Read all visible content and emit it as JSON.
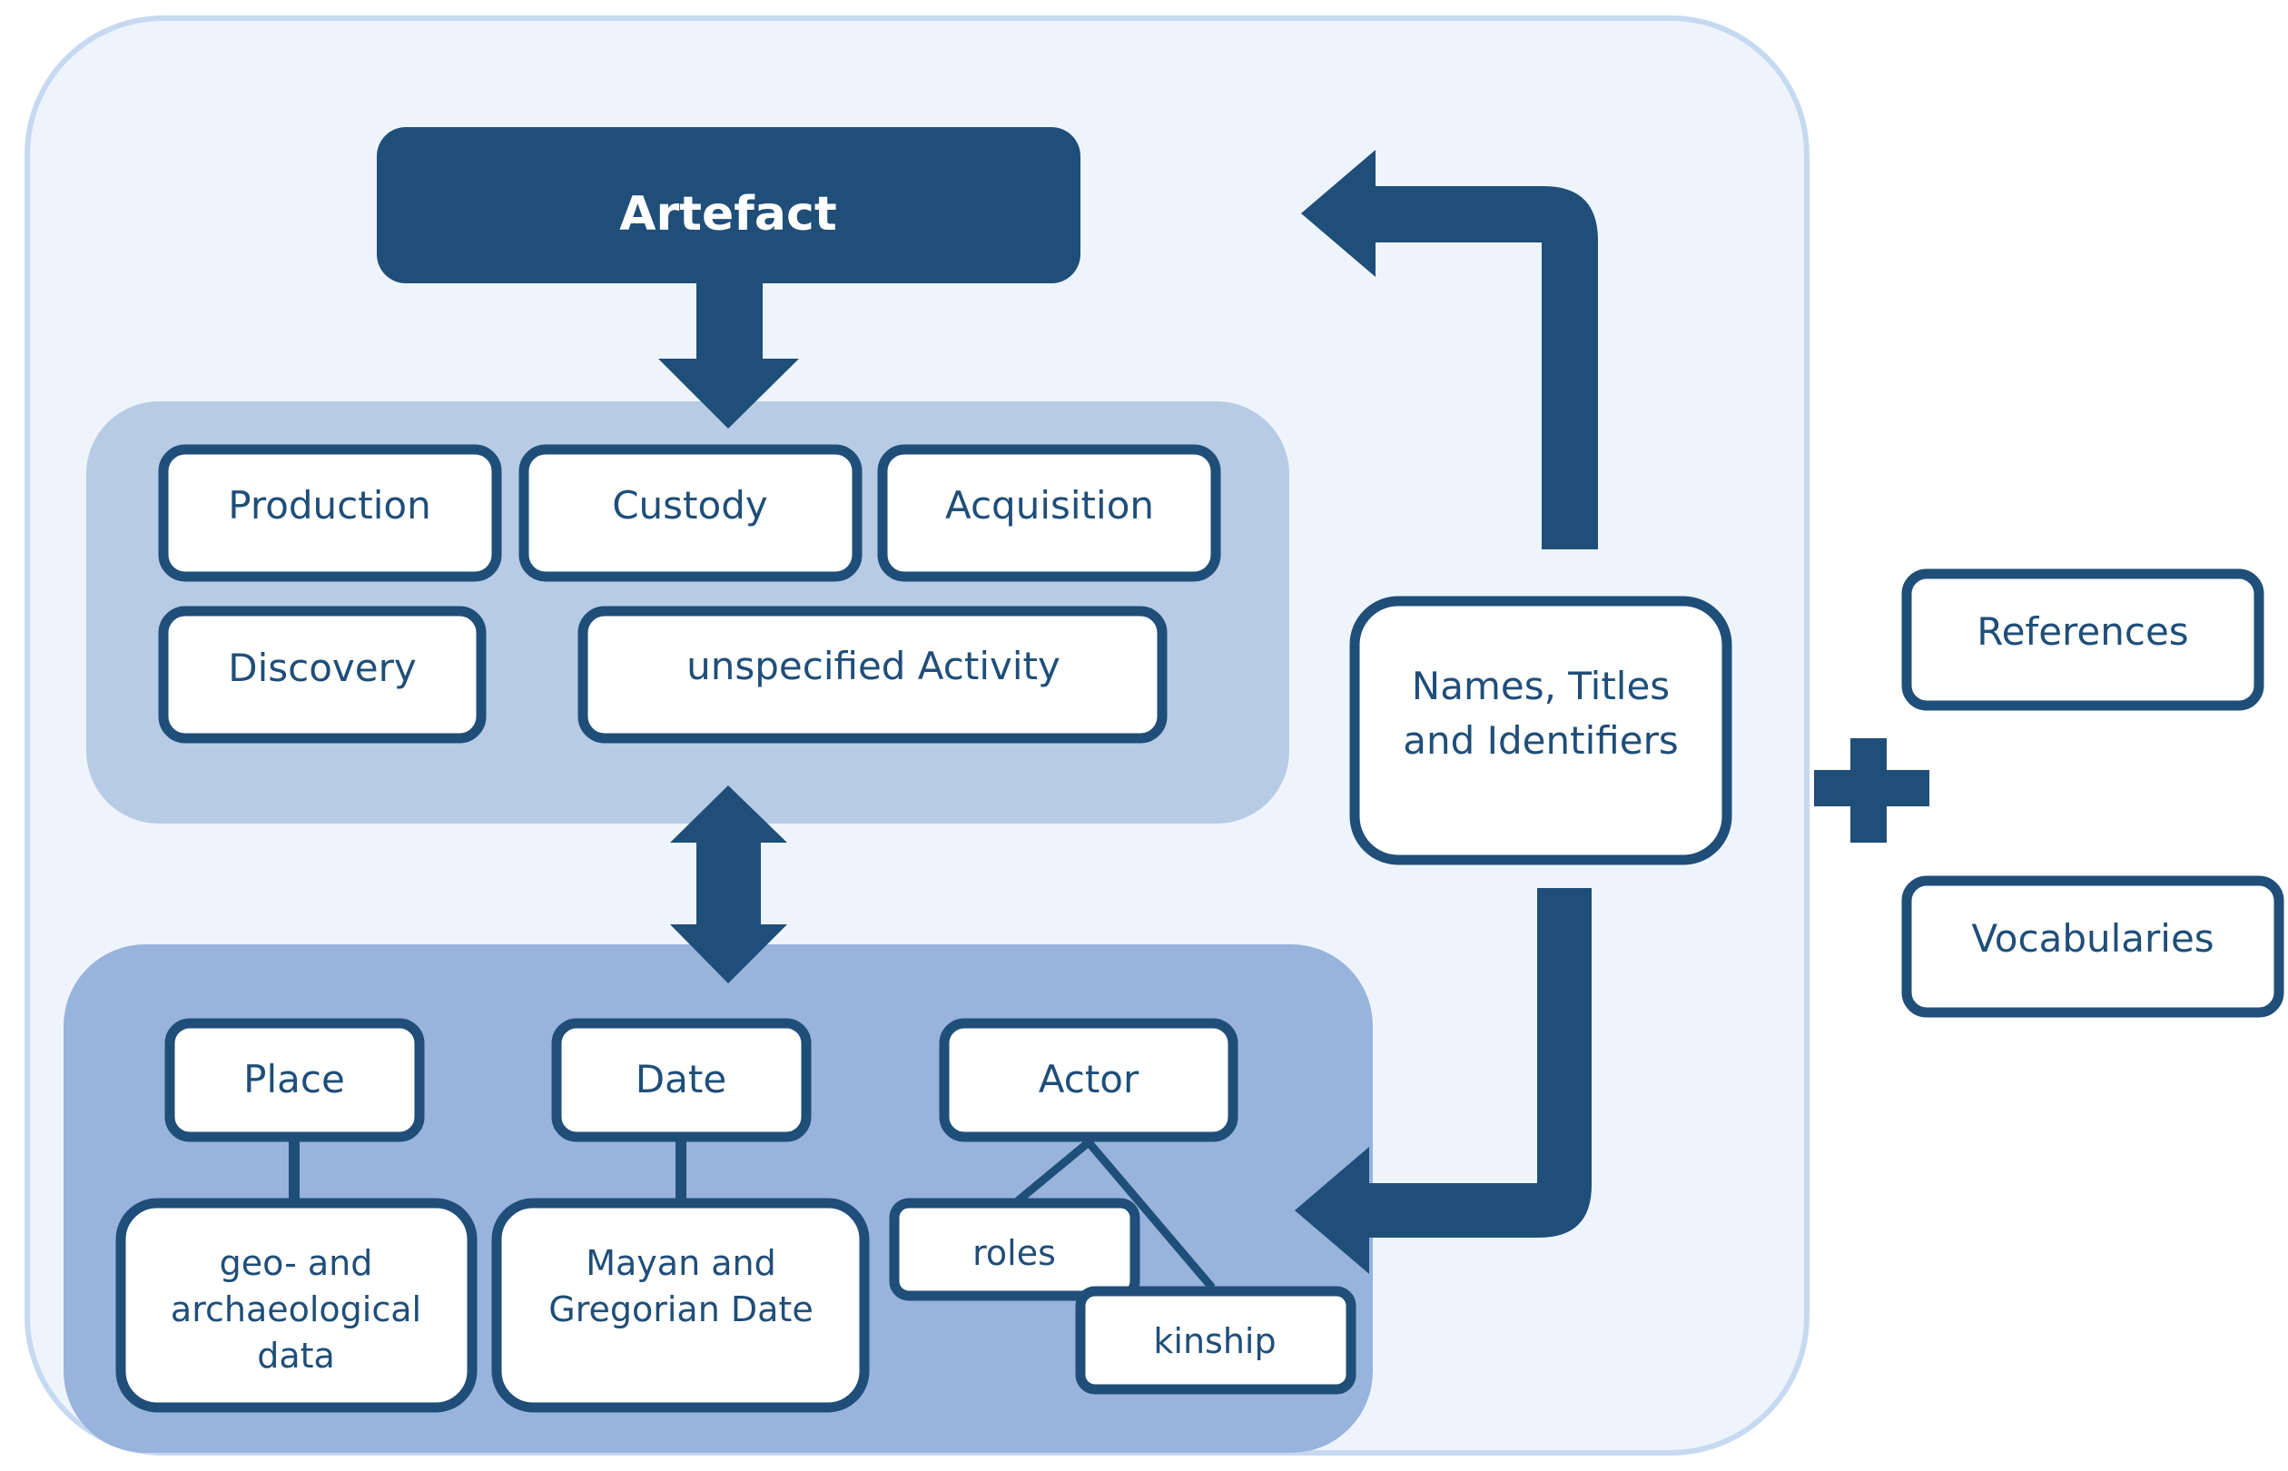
{
  "artefact": "Artefact",
  "activities": {
    "production": "Production",
    "custody": "Custody",
    "acquisition": "Acquisition",
    "discovery": "Discovery",
    "unspecified": "unspecified Activity"
  },
  "entities": {
    "place": "Place",
    "date": "Date",
    "actor": "Actor",
    "place_detail": [
      "geo- and",
      "archaeological",
      "data"
    ],
    "date_detail": [
      "Mayan and",
      "Gregorian Date"
    ],
    "roles": "roles",
    "kinship": "kinship"
  },
  "names": [
    "Names, Titles",
    "and Identifiers"
  ],
  "extras": {
    "references": "References",
    "vocabularies": "Vocabularies"
  },
  "colors": {
    "dark_blue": "#1f4e79",
    "outer_panel": "#eef4fc",
    "outer_border": "#c6d9f1",
    "activity_panel": "#b7cbe5",
    "entity_panel": "#98b3dc"
  }
}
